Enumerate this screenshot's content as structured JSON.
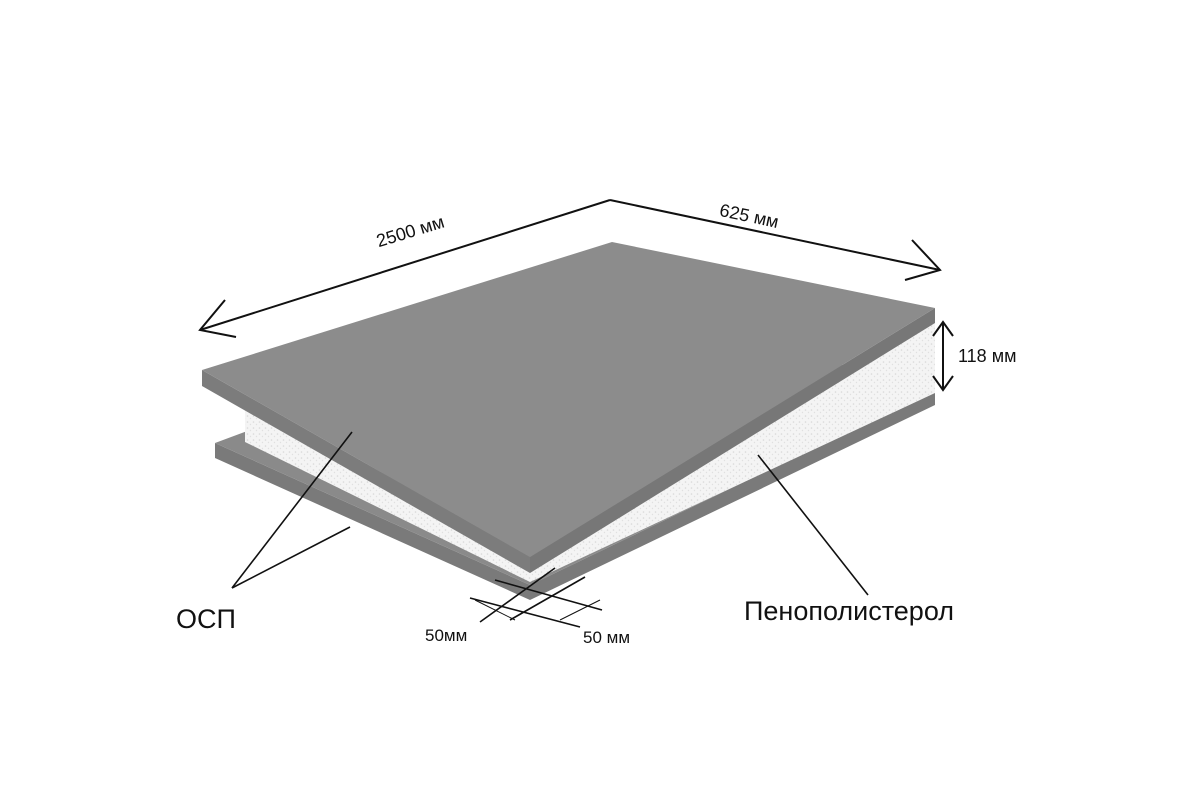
{
  "dimensions": {
    "length": "2500 мм",
    "width": "625 мм",
    "thickness": "118 мм",
    "edge_left": "50мм",
    "edge_right": "50 мм"
  },
  "labels": {
    "osb": "ОСП",
    "foam": "Пенополистерол"
  },
  "colors": {
    "osb": "#8a8a8a",
    "osb_edge": "#6e6e6e",
    "foam": "#f2f2f2",
    "line": "#111111"
  }
}
